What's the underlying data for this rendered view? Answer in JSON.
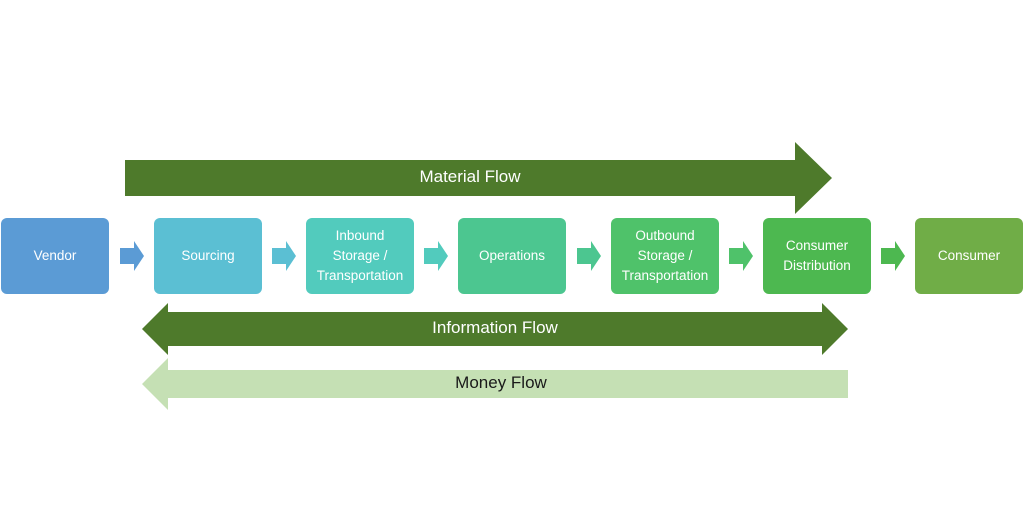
{
  "flows": {
    "material": {
      "label": "Material Flow",
      "color": "#4e7a2b"
    },
    "information": {
      "label": "Information Flow",
      "color": "#4e7a2b"
    },
    "money": {
      "label": "Money Flow",
      "color": "#c5e0b4"
    }
  },
  "stages": [
    {
      "label": "Vendor",
      "color": "#5b9bd5"
    },
    {
      "label": "Sourcing",
      "color": "#5bbfd3"
    },
    {
      "label": "Inbound\nStorage  /\nTransportation",
      "color": "#52cbbd"
    },
    {
      "label": "Operations",
      "color": "#4cc690"
    },
    {
      "label": "Outbound\nStorage  /\nTransportation",
      "color": "#4fc26a"
    },
    {
      "label": "Consumer\nDistribution",
      "color": "#4db850"
    },
    {
      "label": "Consumer",
      "color": "#70ad47"
    }
  ]
}
